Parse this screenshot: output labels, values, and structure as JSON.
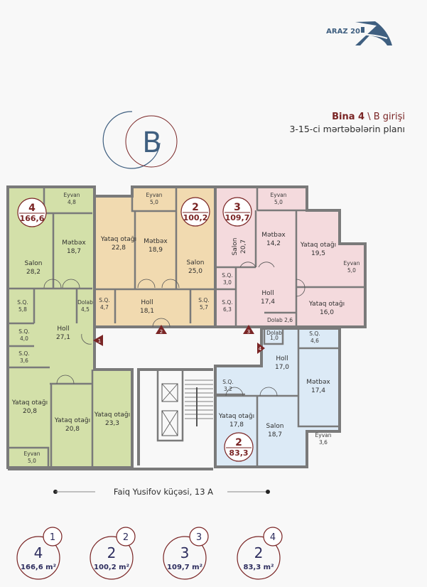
{
  "logo": {
    "text": "ARAZ 20"
  },
  "header": {
    "building": "Bina 4",
    "entrance": " \\ B girişi",
    "subtitle": "3-15-ci mərtəbələrin planı"
  },
  "entrance_badge": "B",
  "colors": {
    "apt1": "#d3e0a9",
    "apt2": "#f1dab0",
    "apt3": "#f4dadd",
    "apt4": "#dceaf6",
    "accent": "#7a2525",
    "navy": "#2d2d5e"
  },
  "apartments": [
    {
      "rooms_count": "4",
      "area": "166,6",
      "rooms": [
        {
          "name": "Eyvan",
          "area": "4,8"
        },
        {
          "name": "Salon",
          "area": "28,2"
        },
        {
          "name": "Mətbəx",
          "area": "18,7"
        },
        {
          "name": "S.Q.",
          "area": "5,8"
        },
        {
          "name": "Dolab",
          "area": "4,5"
        },
        {
          "name": "Holl",
          "area": "27,1"
        },
        {
          "name": "S.Q.",
          "area": "4,0"
        },
        {
          "name": "S.Q.",
          "area": "3,6"
        },
        {
          "name": "Yataq otağı",
          "area": "20,8"
        },
        {
          "name": "Yataq otağı",
          "area": "20,8"
        },
        {
          "name": "Yataq otağı",
          "area": "23,3"
        },
        {
          "name": "Eyvan",
          "area": "5,0"
        }
      ]
    },
    {
      "rooms_count": "2",
      "area": "100,2",
      "rooms": [
        {
          "name": "Eyvan",
          "area": "5,0"
        },
        {
          "name": "Yataq otağı",
          "area": "22,8"
        },
        {
          "name": "Mətbəx",
          "area": "18,9"
        },
        {
          "name": "Salon",
          "area": "25,0"
        },
        {
          "name": "S.Q.",
          "area": "4,7"
        },
        {
          "name": "Holl",
          "area": "18,1"
        },
        {
          "name": "S.Q.",
          "area": "5,7"
        }
      ]
    },
    {
      "rooms_count": "3",
      "area": "109,7",
      "rooms": [
        {
          "name": "Eyvan",
          "area": "5,0"
        },
        {
          "name": "Salon",
          "area": "20,7"
        },
        {
          "name": "Mətbəx",
          "area": "14,2"
        },
        {
          "name": "Yataq otağı",
          "area": "19,5"
        },
        {
          "name": "Eyvan",
          "area": "5,0"
        },
        {
          "name": "S.Q.",
          "area": "3,0"
        },
        {
          "name": "S.Q.",
          "area": "6,3"
        },
        {
          "name": "Holl",
          "area": "17,4"
        },
        {
          "name": "Dolab 2,6",
          "area": ""
        },
        {
          "name": "Yataq otağı",
          "area": "16,0"
        }
      ]
    },
    {
      "rooms_count": "2",
      "area": "83,3",
      "rooms": [
        {
          "name": "Dolab",
          "area": "1,0"
        },
        {
          "name": "S.Q.",
          "area": "4,6"
        },
        {
          "name": "Holl",
          "area": "17,0"
        },
        {
          "name": "Mətbəx",
          "area": "17,4"
        },
        {
          "name": "S.Q.",
          "area": "3,2"
        },
        {
          "name": "Yataq otağı",
          "area": "17,8"
        },
        {
          "name": "Salon",
          "area": "18,7"
        },
        {
          "name": "Eyvan",
          "area": "3,6"
        }
      ]
    }
  ],
  "entry_markers": [
    "1",
    "2",
    "3",
    "4"
  ],
  "street": "Faiq Yusifov küçəsi, 13 A",
  "legend": [
    {
      "index": "1",
      "rooms": "4",
      "area": "166,6 m²"
    },
    {
      "index": "2",
      "rooms": "2",
      "area": "100,2 m²"
    },
    {
      "index": "3",
      "rooms": "3",
      "area": "109,7 m²"
    },
    {
      "index": "4",
      "rooms": "2",
      "area": "83,3 m²"
    }
  ]
}
